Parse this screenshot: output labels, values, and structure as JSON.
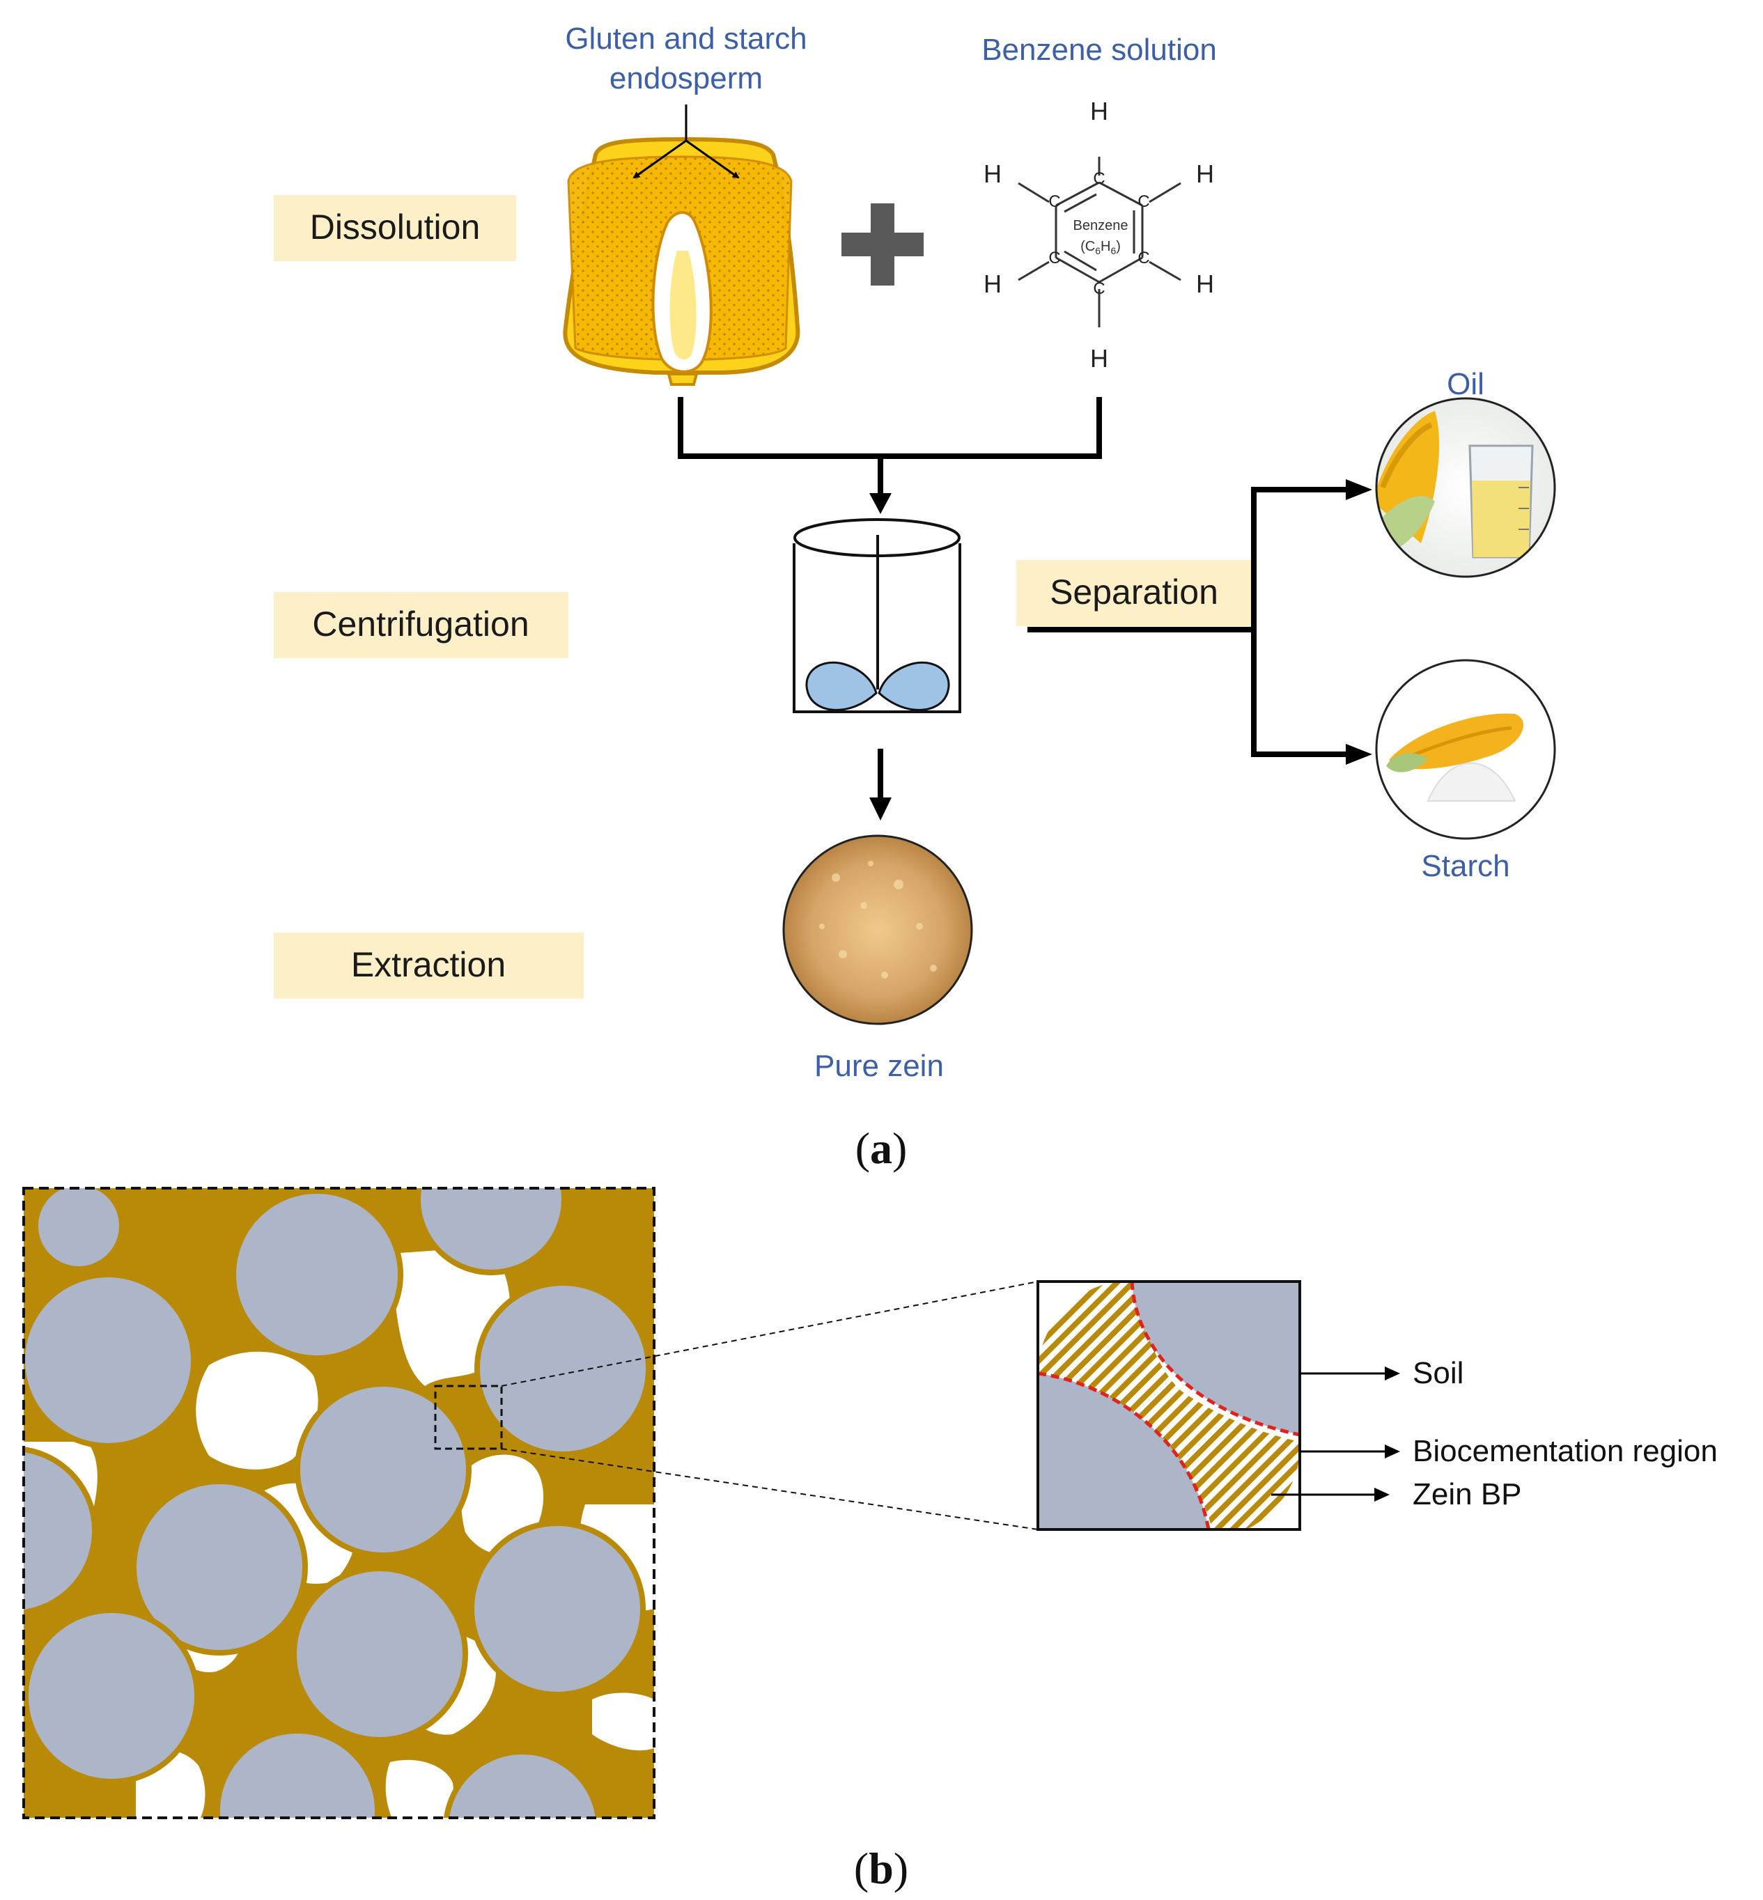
{
  "panel_a": {
    "stages": {
      "dissolution": "Dissolution",
      "centrifugation": "Centrifugation",
      "extraction": "Extraction",
      "separation": "Separation"
    },
    "labels": {
      "gluten_line1": "Gluten and starch",
      "gluten_line2": "endosperm",
      "benzene_solution": "Benzene solution",
      "oil": "Oil",
      "starch": "Starch",
      "pure_zein": "Pure zein"
    },
    "benzene": {
      "name": "Benzene",
      "formula_prefix": "(C",
      "formula_sub1": "6",
      "formula_mid": "H",
      "formula_sub2": "6",
      "formula_suffix": ")",
      "carbon": "C",
      "hydrogen": "H"
    },
    "panel_label": {
      "open": "(",
      "letter": "a",
      "close": ")"
    }
  },
  "panel_b": {
    "legend": {
      "soil": "Soil",
      "biocementation": "Biocementation region",
      "zein_bp": "Zein BP"
    },
    "panel_label": {
      "open": "(",
      "letter": "b",
      "close": ")"
    }
  },
  "colors": {
    "label_box": "#fdefc8",
    "blue_text": "#3d5fa8",
    "zein_brown": "#b98a07",
    "soil_grey": "#adb6c8",
    "paddle_blue": "#9ec3e6",
    "corn_yellow": "#fcd21a",
    "corn_dark": "#f2a900",
    "dashed_red": "#e0241c"
  }
}
